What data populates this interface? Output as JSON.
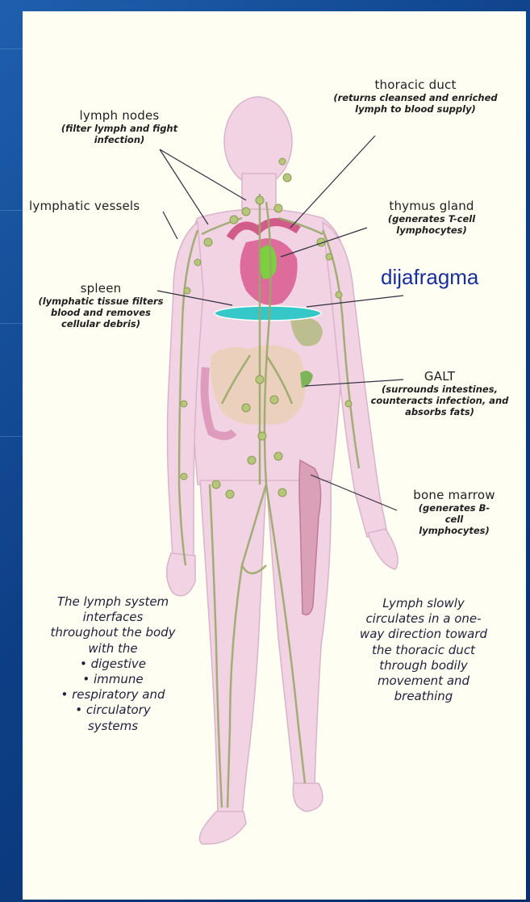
{
  "labels": {
    "thoracic_duct": {
      "title": "thoracic duct",
      "desc": "(returns cleansed and enriched lymph to blood supply)"
    },
    "lymph_nodes": {
      "title": "lymph nodes",
      "desc": "(filter lymph and fight infection)"
    },
    "lymphatic_vessels": {
      "title": "lymphatic vessels"
    },
    "thymus_gland": {
      "title": "thymus gland",
      "desc": "(generates T-cell lymphocytes)"
    },
    "dijafragma": {
      "title": "dijafragma"
    },
    "spleen": {
      "title": "spleen",
      "desc": "(lymphatic tissue filters blood and removes cellular debris)"
    },
    "galt": {
      "title": "GALT",
      "desc": "(surrounds intestines, counteracts infection, and absorbs fats)"
    },
    "bone_marrow": {
      "title": "bone marrow",
      "desc": "(generates B-cell lymphocytes)"
    }
  },
  "notes": {
    "left": {
      "intro": "The lymph system interfaces throughout the body with the",
      "items": [
        "• digestive",
        "• immune",
        "• respiratory and",
        "• circulatory systems"
      ]
    },
    "right": "Lymph slowly circulates in a one-way direction toward the thoracic duct through bodily movement and breathing"
  },
  "colors": {
    "background": "#0d3f86",
    "panel": "#fefef3",
    "body": "#f2d3e3",
    "vessel": "#9aa96a",
    "node": "#b6c77a",
    "heart": "#d9588e",
    "thymus": "#7ccf3e",
    "diaphragm": "#36c8c8",
    "diaphragm_label": "#1a2f9c"
  }
}
